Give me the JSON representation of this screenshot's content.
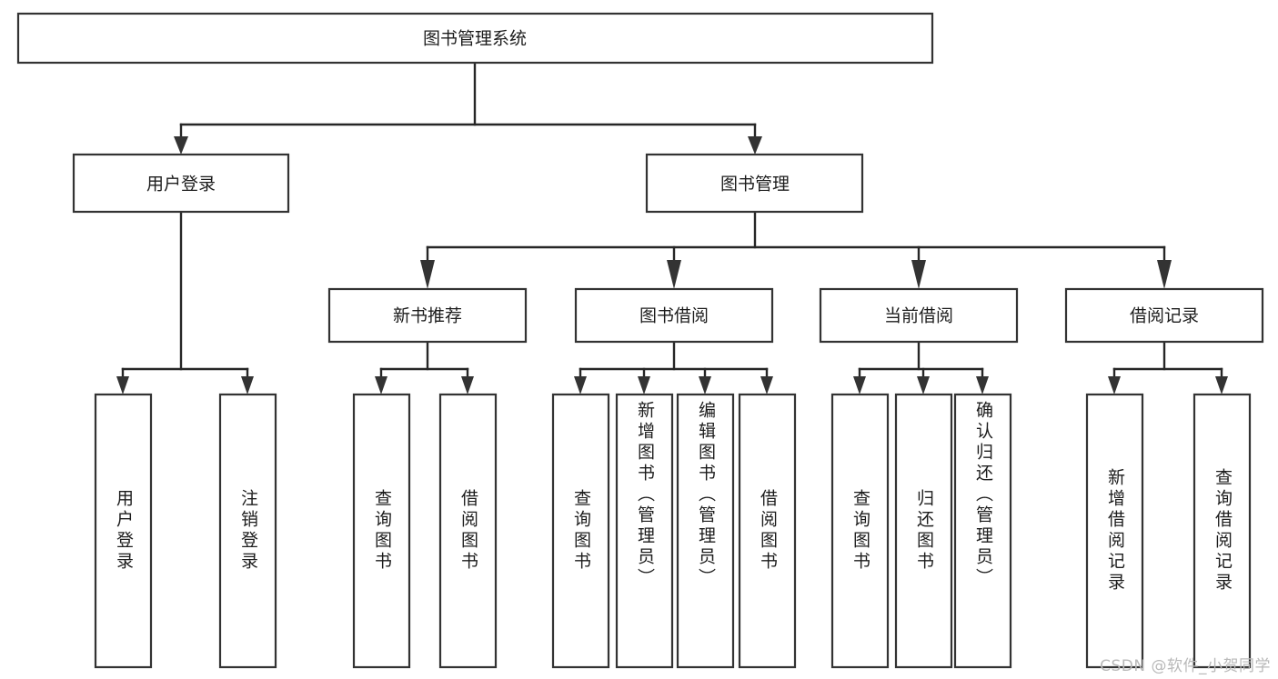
{
  "diagram": {
    "kind": "tree-hierarchy-chart",
    "root": {
      "id": "root",
      "label": "图书管理系统"
    },
    "level2": [
      {
        "id": "user-login",
        "label": "用户登录"
      },
      {
        "id": "book-manage",
        "label": "图书管理"
      }
    ],
    "level3": [
      {
        "id": "new-book-recommend",
        "label": "新书推荐"
      },
      {
        "id": "book-borrow",
        "label": "图书借阅"
      },
      {
        "id": "current-borrow",
        "label": "当前借阅"
      },
      {
        "id": "borrow-record",
        "label": "借阅记录"
      }
    ],
    "leaves": {
      "user_login": [
        {
          "id": "leaf-user-login",
          "label": "用户登录"
        },
        {
          "id": "leaf-logout-login",
          "label": "注销登录"
        }
      ],
      "new_book_recommend": [
        {
          "id": "leaf-query-book-1",
          "label": "查询图书"
        },
        {
          "id": "leaf-borrow-book-1",
          "label": "借阅图书"
        }
      ],
      "book_borrow": [
        {
          "id": "leaf-query-book-2",
          "label": "查询图书"
        },
        {
          "id": "leaf-add-book",
          "label": "新增图书（管理员）"
        },
        {
          "id": "leaf-edit-book",
          "label": "编辑图书（管理员）"
        },
        {
          "id": "leaf-borrow-book-2",
          "label": "借阅图书"
        }
      ],
      "current_borrow": [
        {
          "id": "leaf-query-book-3",
          "label": "查询图书"
        },
        {
          "id": "leaf-return-book",
          "label": "归还图书"
        },
        {
          "id": "leaf-confirm-return",
          "label": "确认归还（管理员）"
        }
      ],
      "borrow_record": [
        {
          "id": "leaf-add-record",
          "label": "新增借阅记录"
        },
        {
          "id": "leaf-query-record",
          "label": "查询借阅记录"
        }
      ]
    }
  },
  "watermark": {
    "text": "CSDN @软件_小贺同学"
  },
  "colors": {
    "box_stroke": "#333333",
    "box_fill": "#ffffff",
    "connector": "#262626",
    "text": "#1c1c1c",
    "watermark": "#b9b9b9",
    "background": "#ffffff"
  }
}
